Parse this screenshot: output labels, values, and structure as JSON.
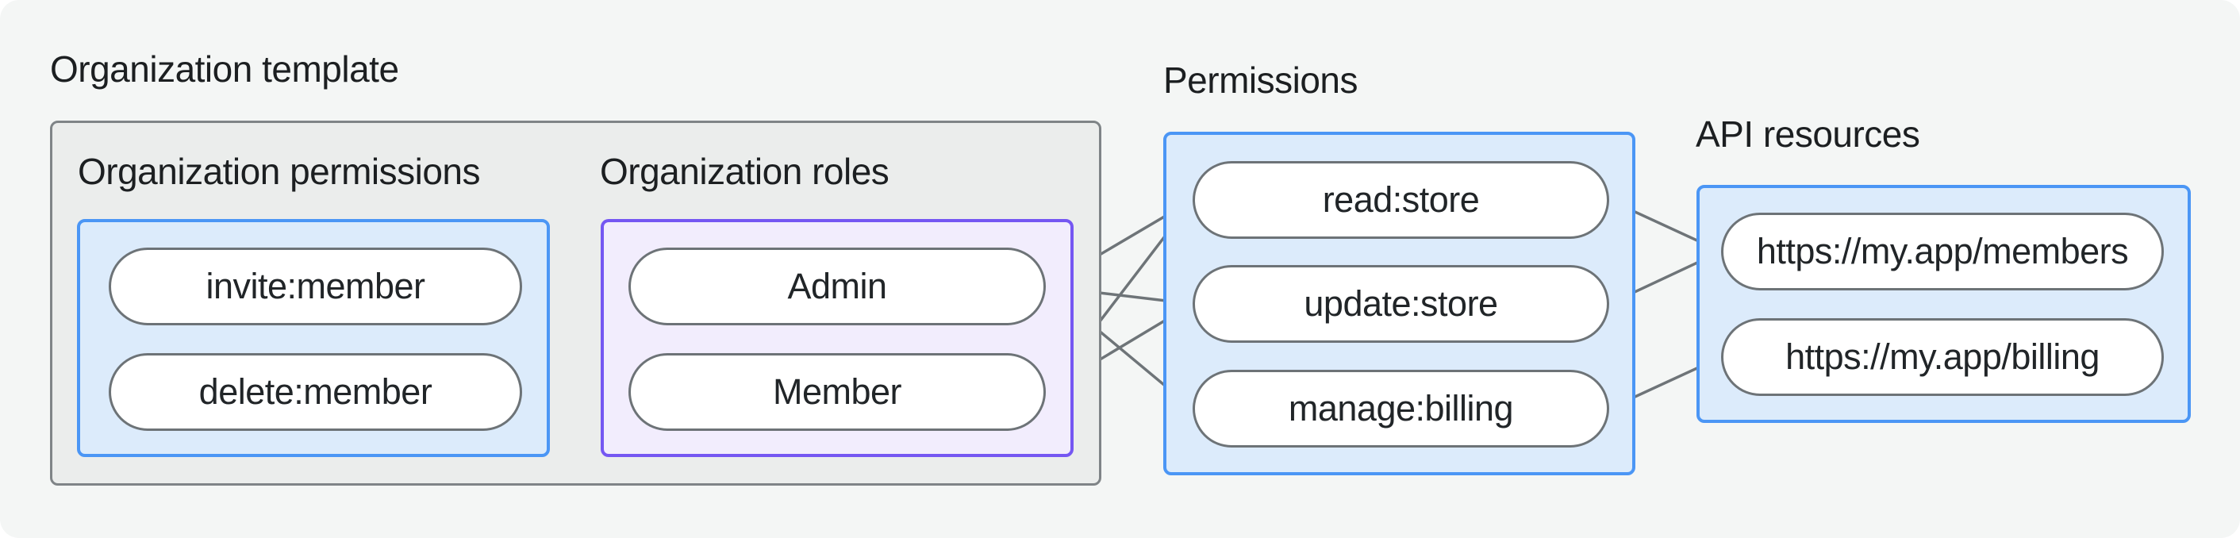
{
  "diagram": {
    "title": "Organization template",
    "sections": {
      "organization_permissions": {
        "label": "Organization permissions",
        "pills": [
          {
            "label": "invite:member"
          },
          {
            "label": "delete:member"
          }
        ]
      },
      "organization_roles": {
        "label": "Organization roles",
        "pills": [
          {
            "label": "Admin"
          },
          {
            "label": "Member"
          }
        ]
      },
      "permissions": {
        "label": "Permissions",
        "pills": [
          {
            "label": "read:store"
          },
          {
            "label": "update:store"
          },
          {
            "label": "manage:billing"
          }
        ]
      },
      "api_resources": {
        "label": "API resources",
        "pills": [
          {
            "label": "https://my.app/members"
          },
          {
            "label": "https://my.app/billing"
          }
        ]
      }
    },
    "edges": [
      {
        "from": "invite:member",
        "to": "Admin"
      },
      {
        "from": "invite:member",
        "to": "Member"
      },
      {
        "from": "delete:member",
        "to": "Member"
      },
      {
        "from": "Admin",
        "to": "read:store"
      },
      {
        "from": "Admin",
        "to": "update:store"
      },
      {
        "from": "Admin",
        "to": "manage:billing"
      },
      {
        "from": "Member",
        "to": "read:store"
      },
      {
        "from": "Member",
        "to": "update:store"
      },
      {
        "from": "read:store",
        "to": "https://my.app/members"
      },
      {
        "from": "update:store",
        "to": "https://my.app/members"
      },
      {
        "from": "manage:billing",
        "to": "https://my.app/billing"
      }
    ],
    "colors": {
      "canvas_bg": "#f4f6f5",
      "container_bg": "#ebedec",
      "container_border": "#7f8487",
      "blue_border": "#4b96f5",
      "blue_bg": "#dcebfb",
      "purple_border": "#7557f2",
      "purple_bg": "#f2edfd",
      "pill_border": "#6d7377",
      "pill_bg": "#ffffff",
      "connector_line": "#6e7478",
      "connector_dot": "#6e7478",
      "text": "#1c1f21"
    }
  }
}
